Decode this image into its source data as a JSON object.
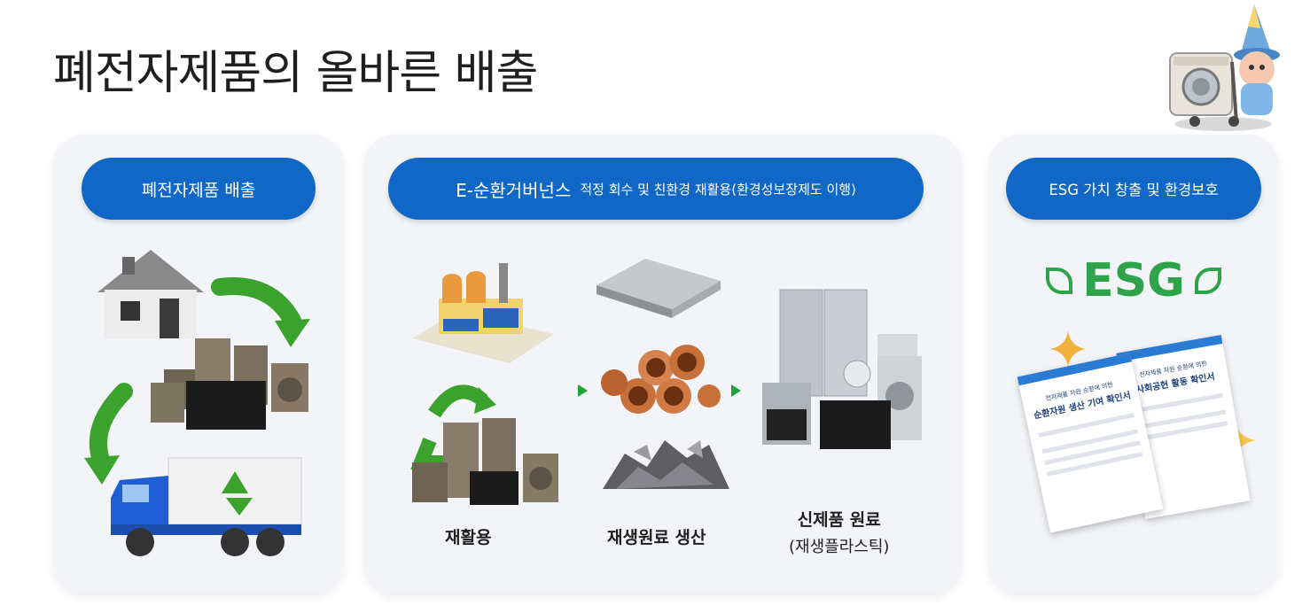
{
  "title": "폐전자제품의 올바른 배출",
  "cards": {
    "disposal": {
      "pill": "폐전자제품 배출"
    },
    "governance": {
      "pill_main": "E-순환거버넌스",
      "pill_sub": "적정 회수 및 친환경 재활용(환경성보장제도 이행)",
      "steps": {
        "recycle": "재활용",
        "raw_material": "재생원료 생산",
        "new_product": "신제품 원료",
        "new_product_sub": "(재생플라스틱)"
      }
    },
    "esg": {
      "pill": "ESG 가치 창출 및 환경보호",
      "logo": "ESG",
      "certificates": {
        "left_small": "전자제품 자원 순환에 의한",
        "left_title": "순환자원 생산 기여 확인서",
        "right_small": "전자제품 자원 순환에 의한",
        "right_title": "사회공헌 활동 확인서"
      }
    }
  },
  "colors": {
    "pill_blue": "#1167c5",
    "card_bg": "#f2f4f7",
    "esg_green": "#2fa34a",
    "arrow_green": "#1ea33a"
  },
  "icons": [
    "house-icon",
    "rusty-appliances-icon",
    "recycling-truck-icon",
    "factory-icon",
    "metal-sheet-icon",
    "copper-pipes-icon",
    "scrap-pile-icon",
    "new-appliances-icon",
    "leaf-icon",
    "star-icon",
    "certificate-icon",
    "mascot-icon"
  ]
}
